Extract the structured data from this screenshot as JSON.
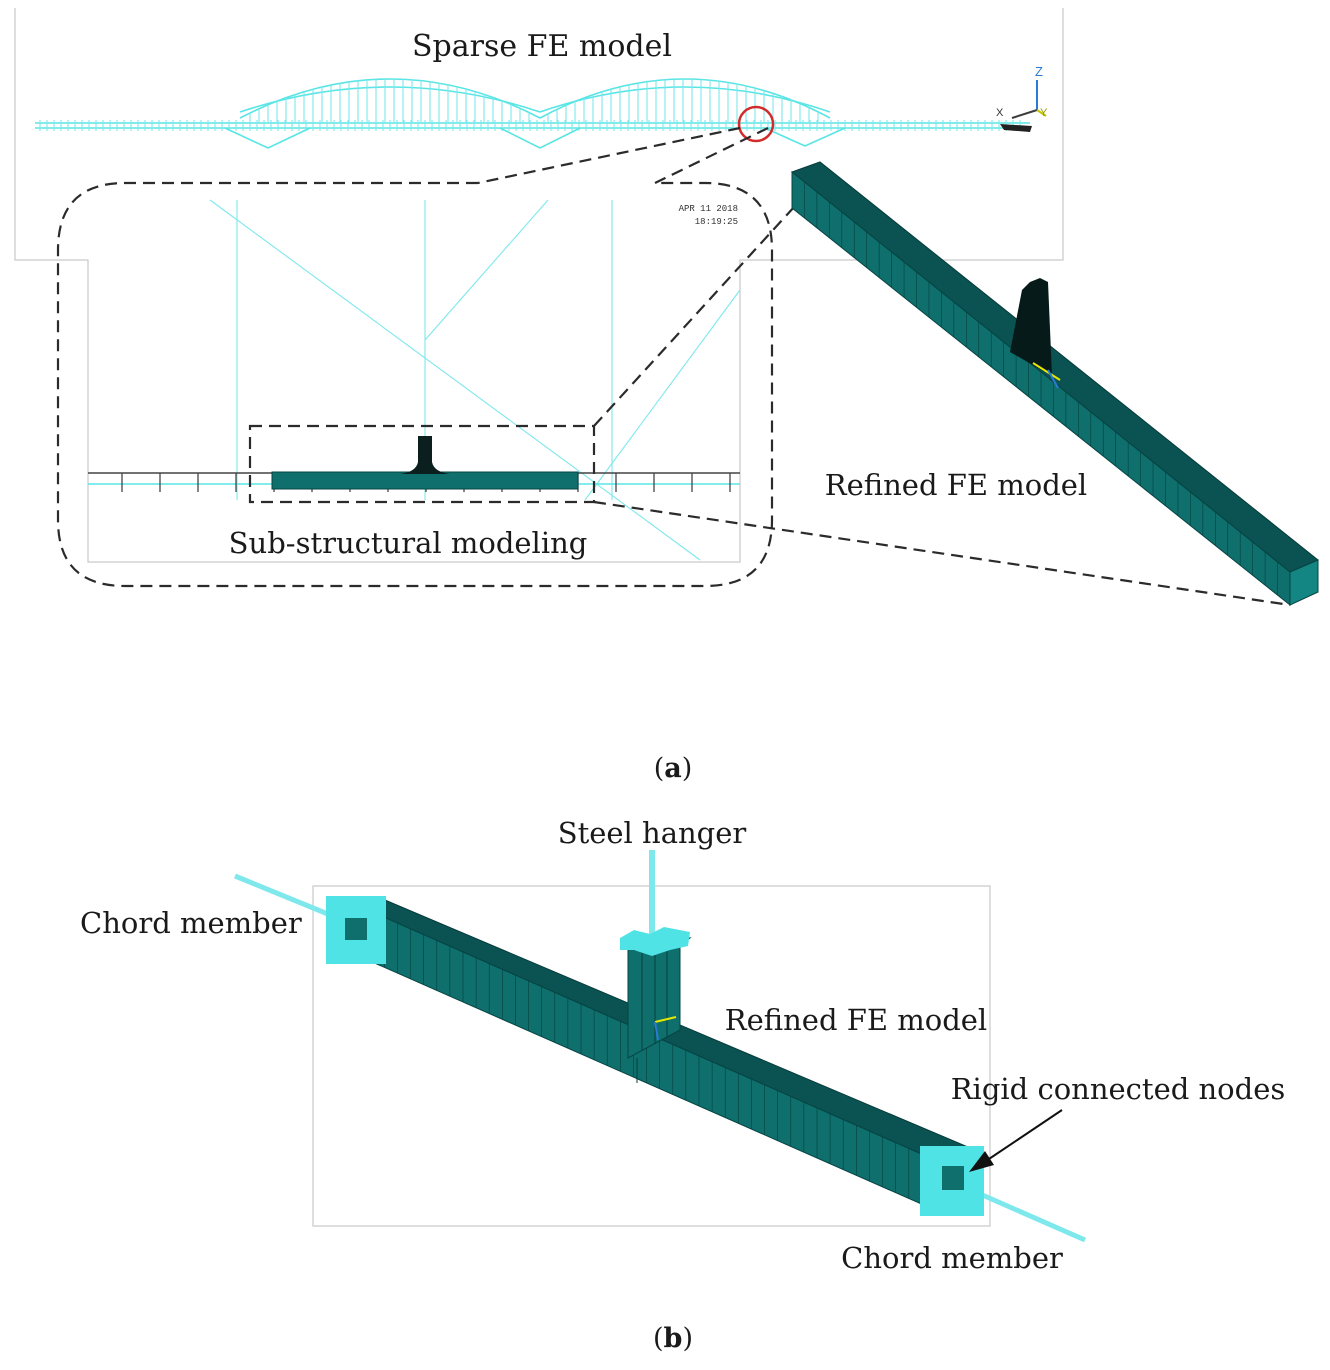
{
  "panel_a": {
    "sparse_title": "Sparse FE model",
    "axis_z": "Z",
    "axis_x": "X",
    "axis_y": "Y",
    "date_line1": "APR 11 2018",
    "date_line2": "18:19:25",
    "sub_label": "Sub-structural modeling",
    "refined_label": "Refined FE model",
    "caption_prefix": "(",
    "caption_letter": "a",
    "caption_suffix": ")"
  },
  "panel_b": {
    "steel_hanger": "Steel hanger",
    "chord_left": "Chord member",
    "refined_label": "Refined FE model",
    "rigid_nodes": "Rigid connected nodes",
    "chord_right": "Chord member",
    "caption_prefix": "(",
    "caption_letter": "b",
    "caption_suffix": ")"
  },
  "colors": {
    "line_model": "#59e5e5",
    "mesh": "#0e6f6d",
    "highlight_circle": "#d22b2b"
  }
}
